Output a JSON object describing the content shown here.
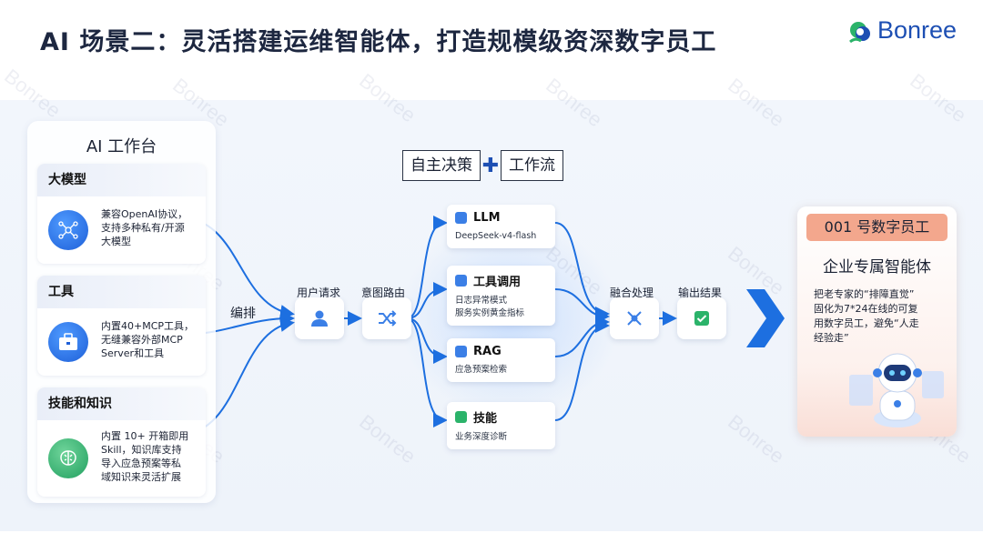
{
  "title": "AI 场景二：灵活搭建运维智能体，打造规模级资深数字员工",
  "logo": {
    "text": "Bonree",
    "watermark": "Bonree"
  },
  "workbench": {
    "title": "AI 工作台",
    "cards": [
      {
        "heading": "大模型",
        "lines": [
          "兼容OpenAI协议，",
          "支持多种私有/开源",
          "大模型"
        ],
        "icon": "neural-network-icon"
      },
      {
        "heading": "工具",
        "lines": [
          "内置40+MCP工具，",
          "无缝兼容外部MCP",
          "Server和工具"
        ],
        "icon": "toolbox-icon"
      },
      {
        "heading": "技能和知识",
        "lines": [
          "内置 10+ 开箱即用",
          "Skill，知识库支持",
          "导入应急预案等私",
          "域知识来灵活扩展"
        ],
        "icon": "brain-icon"
      }
    ]
  },
  "flow": {
    "orchestrate_label": "编排",
    "user_request_label": "用户请求",
    "intent_routing_label": "意图路由",
    "decision": {
      "left": "自主决策",
      "right": "工作流"
    },
    "fusion_label": "融合处理",
    "output_label": "输出结果",
    "modules": [
      {
        "name": "LLM",
        "lines": [
          "DeepSeek-v4-flash"
        ],
        "icon": "cube-icon"
      },
      {
        "name": "工具调用",
        "lines": [
          "日志异常模式",
          "服务实例黄金指标"
        ],
        "icon": "wrench-icon"
      },
      {
        "name": "RAG",
        "lines": [
          "应急预案检索"
        ],
        "icon": "chart-icon"
      },
      {
        "name": "技能",
        "lines": [
          "业务深度诊断"
        ],
        "icon": "gear-icon"
      }
    ]
  },
  "employee": {
    "badge": "001 号数字员工",
    "title": "企业专属智能体",
    "lines": [
      "把老专家的“排障直觉”",
      "固化为7*24在线的可复",
      "用数字员工，避免“人走",
      "经验走”"
    ]
  },
  "colors": {
    "accent": "#1d6fe0",
    "brand": "#1d4fb3",
    "badge": "#f3a78d",
    "green": "#22a060"
  }
}
